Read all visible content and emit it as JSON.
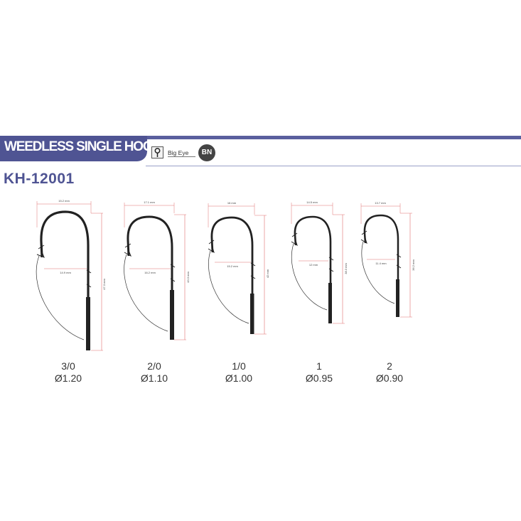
{
  "header": {
    "title": "WEEDLESS SINGLE HOOK",
    "eye_type": "Big Eye",
    "finish_badge": "BN"
  },
  "model": "KH-12001",
  "hooks": [
    {
      "size": "3/0",
      "wire": "Ø1.20",
      "gap": "15.2 mm",
      "throat": "14.9 mm",
      "length": "47.3 mm"
    },
    {
      "size": "2/0",
      "wire": "Ø1.10",
      "gap": "17.1 mm",
      "throat": "16.2 mm",
      "length": "43.3 mm"
    },
    {
      "size": "1/0",
      "wire": "Ø1.00",
      "gap": "16 mm",
      "throat": "15.2 mm",
      "length": "42 mm"
    },
    {
      "size": "1",
      "wire": "Ø0.95",
      "gap": "14.5 mm",
      "throat": "12 mm",
      "length": "38.3 mm"
    },
    {
      "size": "2",
      "wire": "Ø0.90",
      "gap": "13.7 mm",
      "throat": "11.4 mm",
      "length": "36.2 mm"
    }
  ]
}
